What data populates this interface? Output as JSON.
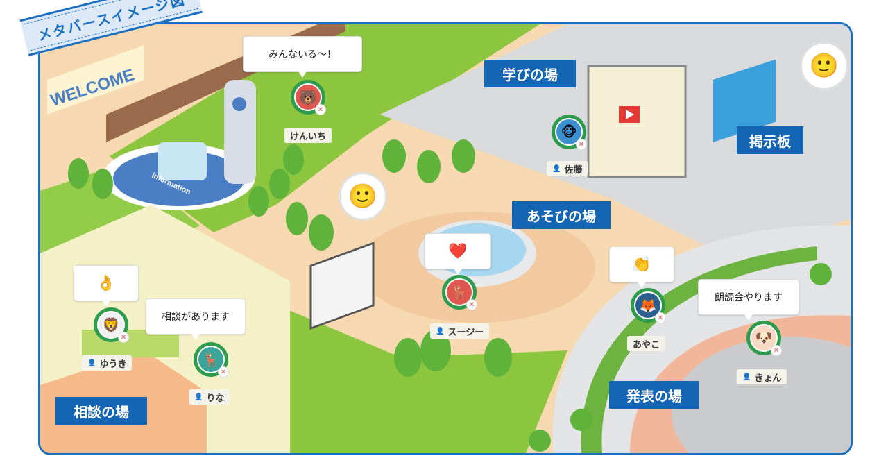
{
  "banner": {
    "title": "メタバースイメージ図"
  },
  "signs": {
    "welcome": "WELCOME",
    "information": "information",
    "info_icon": "i"
  },
  "zones": [
    {
      "label": "学びの場"
    },
    {
      "label": "掲示板"
    },
    {
      "label": "あそびの場"
    },
    {
      "label": "相談の場"
    },
    {
      "label": "発表の場"
    }
  ],
  "bubbles": [
    {
      "text": "みんないる〜！"
    },
    {
      "text": "❤️"
    },
    {
      "text": "👏"
    },
    {
      "text": "朗読会やります"
    },
    {
      "text": "👌"
    },
    {
      "text": "相談があります"
    }
  ],
  "users": [
    {
      "name": "けんいち",
      "face": "🐻",
      "bg": "#e0574f"
    },
    {
      "name": "佐藤",
      "face": "🐵",
      "bg": "#3c8fd0"
    },
    {
      "name": "スージー",
      "face": "🦌",
      "bg": "#e0574f"
    },
    {
      "name": "ゆうき",
      "face": "🦁",
      "bg": "#f1f1f1"
    },
    {
      "name": "りな",
      "face": "🦌",
      "bg": "#3aa39a"
    },
    {
      "name": "あやこ",
      "face": "🦊",
      "bg": "#2a5f8f"
    },
    {
      "name": "きょん",
      "face": "🐶",
      "bg": "#f7d9c4"
    }
  ],
  "icons": {
    "user": "👤",
    "mic_off": "🎤",
    "person_disc": "🙂",
    "play": "▶"
  },
  "colors": {
    "frame": "#1a6fc0",
    "zone": "#1565b5",
    "grass": "#8cc63f",
    "path": "#f6d9b0",
    "plaza": "#d9dadc",
    "ring": "#2e9b4d"
  }
}
